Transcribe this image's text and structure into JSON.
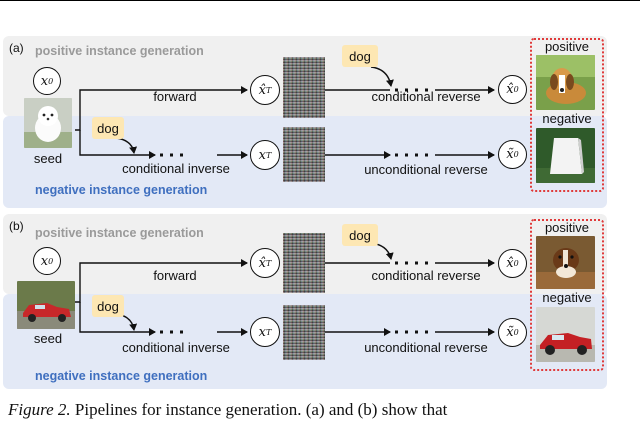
{
  "panels": [
    {
      "label": "(a)",
      "top_title": "positive instance generation",
      "bottom_title": "negative instance generation",
      "seed_label": "seed",
      "tag_top": "dog",
      "tag_bottom": "dog",
      "forward_label": "forward",
      "cond_reverse_label": "conditional reverse",
      "cond_inverse_label": "conditional inverse",
      "uncond_reverse_label": "unconditional reverse",
      "positive_label": "positive",
      "negative_label": "negative",
      "seed_image": "white-dog-photo",
      "positive_image": "beagle-dog-photo",
      "negative_image": "white-box-photo"
    },
    {
      "label": "(b)",
      "top_title": "positive instance generation",
      "bottom_title": "negative instance generation",
      "seed_label": "seed",
      "tag_top": "dog",
      "tag_bottom": "dog",
      "forward_label": "forward",
      "cond_reverse_label": "conditional reverse",
      "cond_inverse_label": "conditional inverse",
      "uncond_reverse_label": "unconditional reverse",
      "positive_label": "positive",
      "negative_label": "negative",
      "seed_image": "red-car-photo",
      "positive_image": "dog-photo",
      "negative_image": "red-car-photo"
    }
  ],
  "caption": {
    "figure": "Figure 2.",
    "text": "Pipelines for instance generation. (a) and (b) show that"
  },
  "colors": {
    "top_band": "#f0f0f0",
    "bottom_band": "#e3e9f6",
    "tag": "#fde7b3",
    "dashed_box": "#e03a3a",
    "negative_title": "#3f6fbf"
  }
}
